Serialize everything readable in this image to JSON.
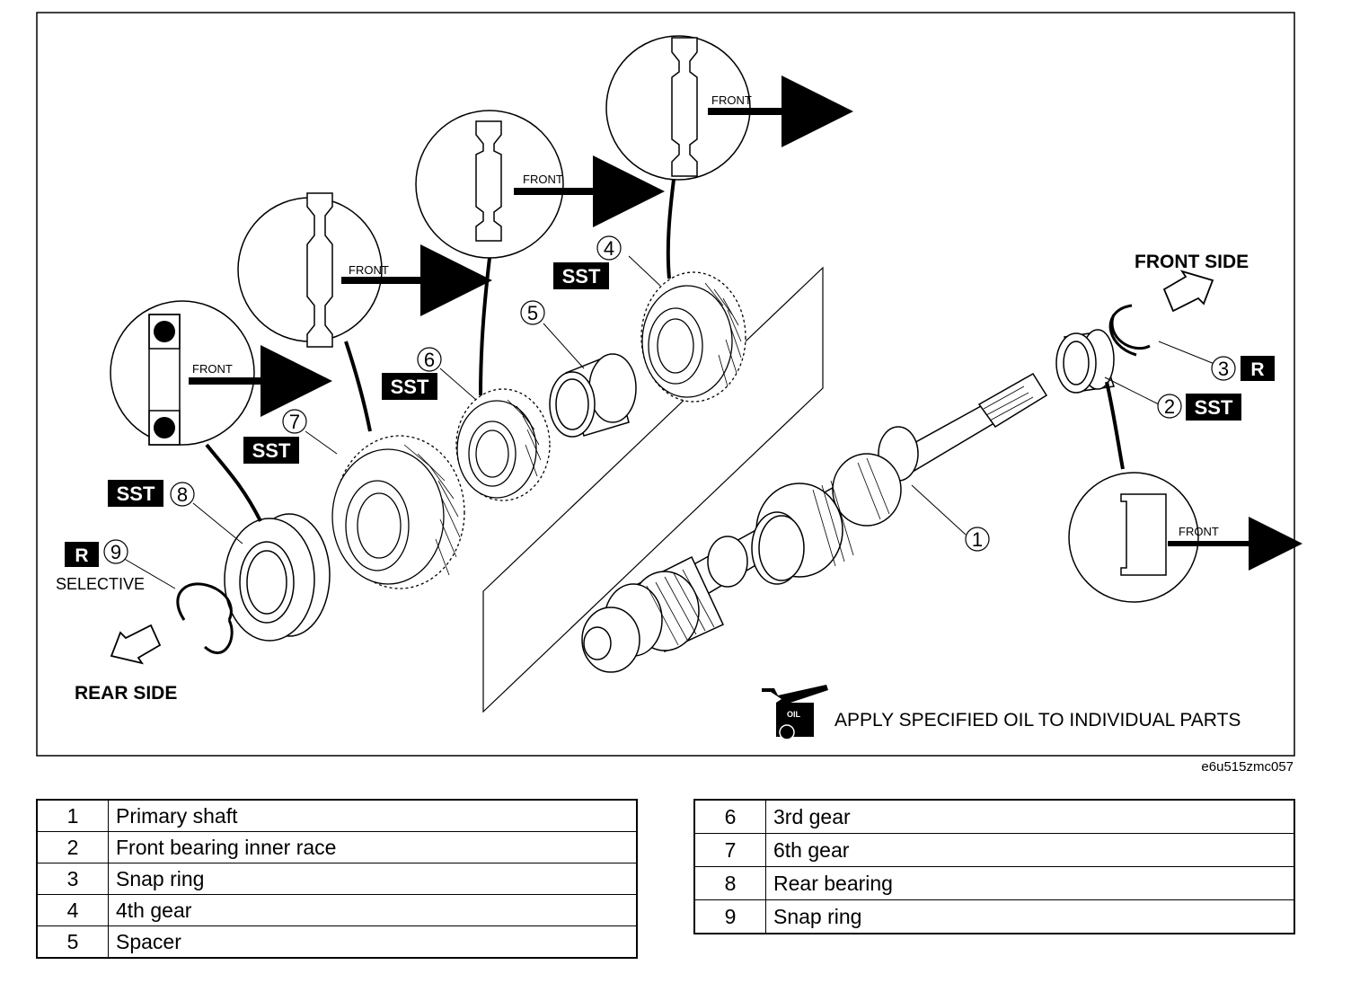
{
  "labels": {
    "front": "FRONT",
    "sst": "SST",
    "r": "R",
    "selective": "SELECTIVE",
    "front_side": "FRONT SIDE",
    "rear_side": "REAR SIDE",
    "oil": "OIL",
    "oil_note": "APPLY SPECIFIED OIL TO INDIVIDUAL PARTS"
  },
  "callouts": [
    "1",
    "2",
    "3",
    "4",
    "5",
    "6",
    "7",
    "8",
    "9"
  ],
  "figure_code": "e6u515zmc057",
  "legend": {
    "left": [
      {
        "num": "1",
        "name": "Primary shaft"
      },
      {
        "num": "2",
        "name": "Front bearing inner race"
      },
      {
        "num": "3",
        "name": "Snap ring"
      },
      {
        "num": "4",
        "name": "4th gear"
      },
      {
        "num": "5",
        "name": "Spacer"
      }
    ],
    "right": [
      {
        "num": "6",
        "name": "3rd gear"
      },
      {
        "num": "7",
        "name": "6th gear"
      },
      {
        "num": "8",
        "name": "Rear bearing"
      },
      {
        "num": "9",
        "name": "Snap ring"
      }
    ]
  }
}
